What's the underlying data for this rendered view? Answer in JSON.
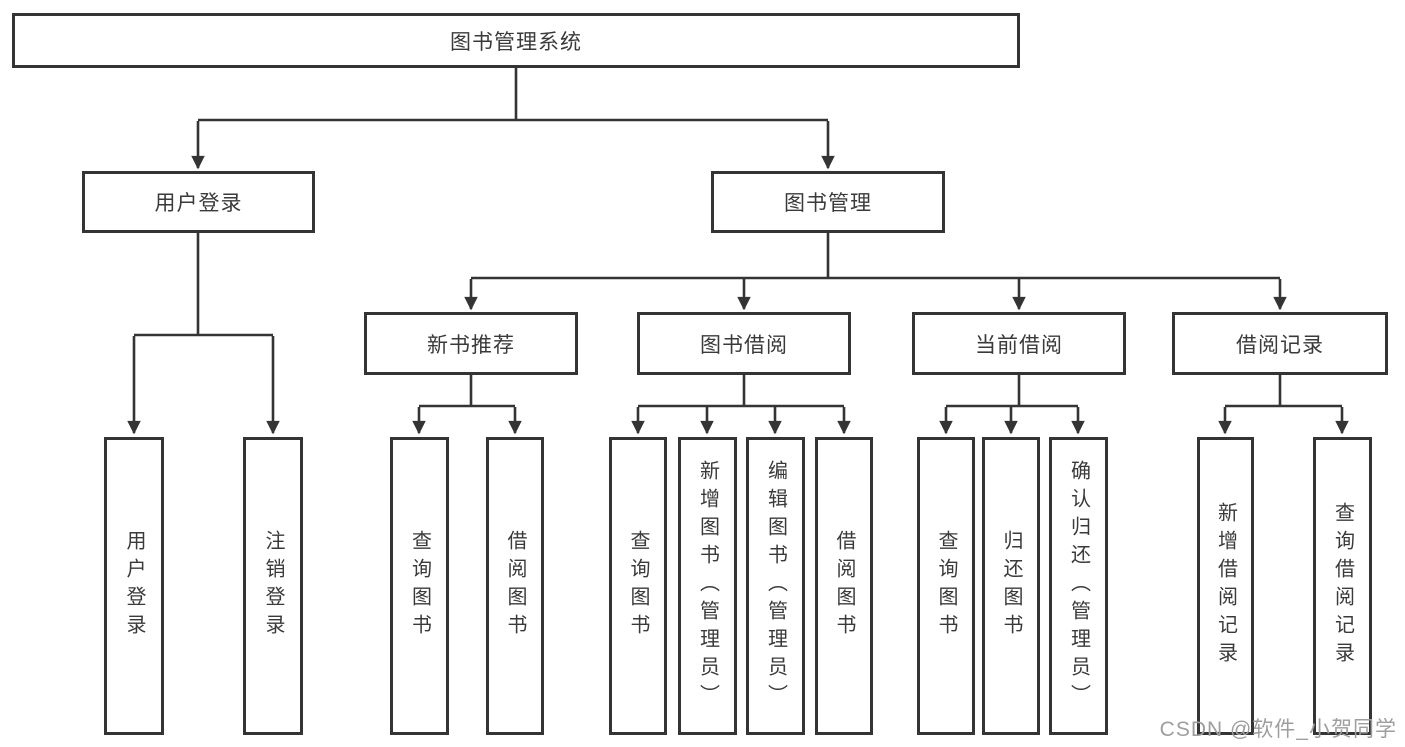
{
  "diagram": {
    "nodes": {
      "root": {
        "label": "图书管理系统"
      },
      "user_login": {
        "label": "用户登录"
      },
      "book_mgmt": {
        "label": "图书管理"
      },
      "new_book": {
        "label": "新书推荐"
      },
      "book_borrow": {
        "label": "图书借阅"
      },
      "current_borrow": {
        "label": "当前借阅"
      },
      "borrow_record": {
        "label": "借阅记录"
      },
      "login": {
        "label": "用户登录"
      },
      "logout": {
        "label": "注销登录"
      },
      "nb_query": {
        "label": "查询图书"
      },
      "nb_borrow": {
        "label": "借阅图书"
      },
      "bb_query": {
        "label": "查询图书"
      },
      "bb_add": {
        "label": "新增图书（管理员）"
      },
      "bb_edit": {
        "label": "编辑图书（管理员）"
      },
      "bb_borrow": {
        "label": "借阅图书"
      },
      "cb_query": {
        "label": "查询图书"
      },
      "cb_return": {
        "label": "归还图书"
      },
      "cb_confirm": {
        "label": "确认归还（管理员）"
      },
      "br_add": {
        "label": "新增借阅记录"
      },
      "br_query": {
        "label": "查询借阅记录"
      }
    },
    "edges": [
      [
        "root",
        "user_login"
      ],
      [
        "root",
        "book_mgmt"
      ],
      [
        "user_login",
        "login"
      ],
      [
        "user_login",
        "logout"
      ],
      [
        "book_mgmt",
        "new_book"
      ],
      [
        "book_mgmt",
        "book_borrow"
      ],
      [
        "book_mgmt",
        "current_borrow"
      ],
      [
        "book_mgmt",
        "borrow_record"
      ],
      [
        "new_book",
        "nb_query"
      ],
      [
        "new_book",
        "nb_borrow"
      ],
      [
        "book_borrow",
        "bb_query"
      ],
      [
        "book_borrow",
        "bb_add"
      ],
      [
        "book_borrow",
        "bb_edit"
      ],
      [
        "book_borrow",
        "bb_borrow"
      ],
      [
        "current_borrow",
        "cb_query"
      ],
      [
        "current_borrow",
        "cb_return"
      ],
      [
        "current_borrow",
        "cb_confirm"
      ],
      [
        "borrow_record",
        "br_add"
      ],
      [
        "borrow_record",
        "br_query"
      ]
    ]
  },
  "watermark": {
    "text": "CSDN @软件_小贺同学"
  },
  "colors": {
    "line": "#343434",
    "text": "#3a3a3a",
    "node_background": "#ffffff",
    "page_background": "#ffffff",
    "watermark": "#9e9e9e"
  }
}
